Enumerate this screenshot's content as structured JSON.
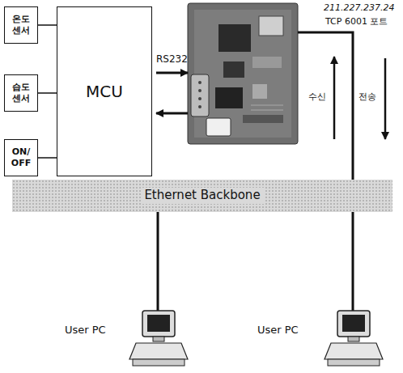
{
  "diagram": {
    "nodes": [
      {
        "text": [
          "온도 센서"
        ]
      },
      {
        "text": [
          "습도 센서"
        ]
      },
      {
        "text": [
          "ON/ OFF"
        ]
      },
      {
        "text": [
          "MCU"
        ]
      },
      {
        "text": [
          "Ethernet Backbone"
        ]
      }
    ],
    "edges": [
      {
        "from": 0,
        "to": 3,
        "arrow": "none"
      },
      {
        "from": 1,
        "to": 3,
        "arrow": "none"
      },
      {
        "from": 2,
        "to": 3,
        "arrow": "none"
      }
    ],
    "labels": [
      "RS232",
      "211.227.237.24",
      "TCP 6001 포트",
      "수신",
      "전송",
      "User PC",
      "User PC"
    ]
  }
}
